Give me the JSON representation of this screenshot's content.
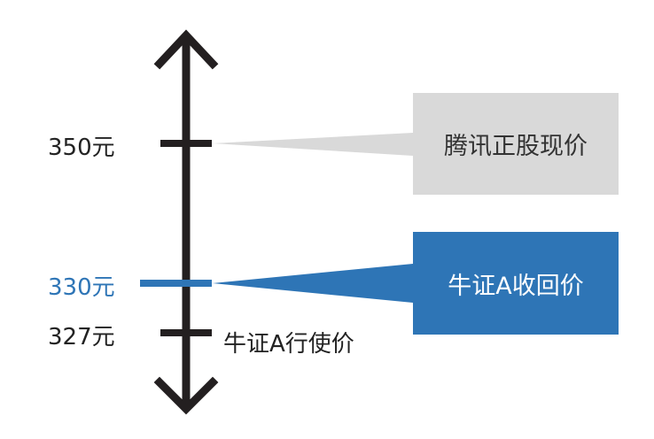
{
  "levels": {
    "stock_price": {
      "value_label": "350元",
      "callout": "腾讯正股现价"
    },
    "call_price": {
      "value_label": "330元",
      "callout": "牛证A收回价"
    },
    "strike_price": {
      "value_label": "327元",
      "callout": "牛证A行使价"
    }
  },
  "colors": {
    "axis": "#231f20",
    "blue": "#2e75b6",
    "gray_box": "#d9d9d9",
    "gray_text": "#333333"
  }
}
